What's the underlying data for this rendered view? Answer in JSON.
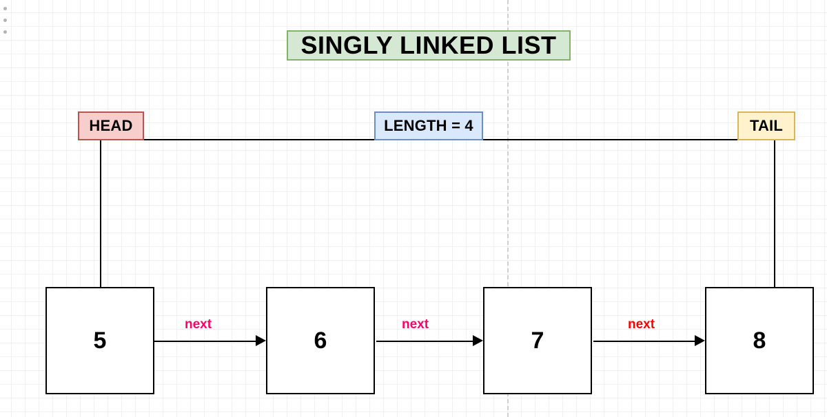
{
  "diagram": {
    "title": "SINGLY LINKED LIST",
    "pointers": {
      "head_label": "HEAD",
      "tail_label": "TAIL",
      "length_label": "LENGTH = 4"
    },
    "colors": {
      "title_fill": "#d5e8d4",
      "title_stroke": "#82b366",
      "head_fill": "#f8cecc",
      "head_stroke": "#b85450",
      "length_fill": "#dae8fc",
      "length_stroke": "#6c8ebf",
      "tail_fill": "#fff2cc",
      "tail_stroke": "#d6b656",
      "node_fill": "#ffffff",
      "node_stroke": "#000000",
      "next_magenta": "#ff0066",
      "next_red": "#ff0000"
    },
    "nodes": [
      {
        "value": "5"
      },
      {
        "value": "6"
      },
      {
        "value": "7"
      },
      {
        "value": "8"
      }
    ],
    "arrows": [
      {
        "label": "next",
        "color": "#ff0066"
      },
      {
        "label": "next",
        "color": "#ff0066"
      },
      {
        "label": "next",
        "color": "#ff0000"
      }
    ]
  }
}
